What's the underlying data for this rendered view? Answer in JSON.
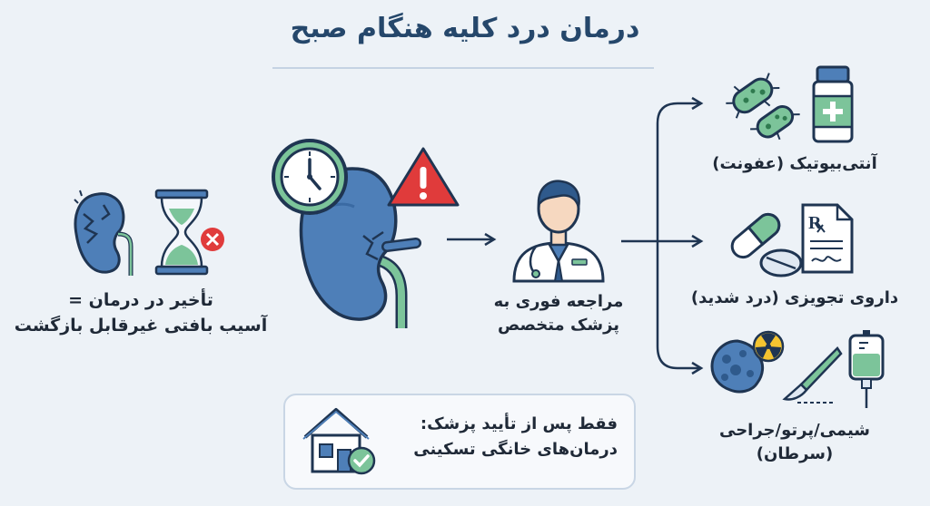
{
  "title": "درمان درد کلیه هنگام صبح",
  "delay": {
    "line1": "تأخیر در درمان =",
    "line2": "آسیب بافتی غیرقابل بازگشت"
  },
  "referral": {
    "line1": "مراجعه فوری به",
    "line2": "پزشک متخصص"
  },
  "options": [
    {
      "label": "آنتی‌بیوتیک (عفونت)"
    },
    {
      "label": "داروی تجویزی (درد شدید)"
    },
    {
      "line1": "شیمی/پرتو/جراحی",
      "line2": "(سرطان)"
    }
  ],
  "note": {
    "line1": "فقط پس از تأیید پزشک:",
    "line2": "درمان‌های خانگی تسکینی"
  },
  "colors": {
    "title": "#25476b",
    "kidney": "#4e7fb8",
    "kidney_dark": "#2f5a8c",
    "green": "#7cc49a",
    "warning": "#e03b3b",
    "navy_outline": "#1f3552",
    "background": "#edf2f7"
  },
  "icons": [
    "damaged-kidney-icon",
    "hourglass-icon",
    "clock-icon",
    "kidney-icon",
    "warning-icon",
    "doctor-icon",
    "bacteria-icon",
    "medicine-bottle-icon",
    "pills-icon",
    "prescription-icon",
    "cancer-cell-icon",
    "radiation-icon",
    "scalpel-icon",
    "iv-bag-icon",
    "house-check-icon"
  ]
}
